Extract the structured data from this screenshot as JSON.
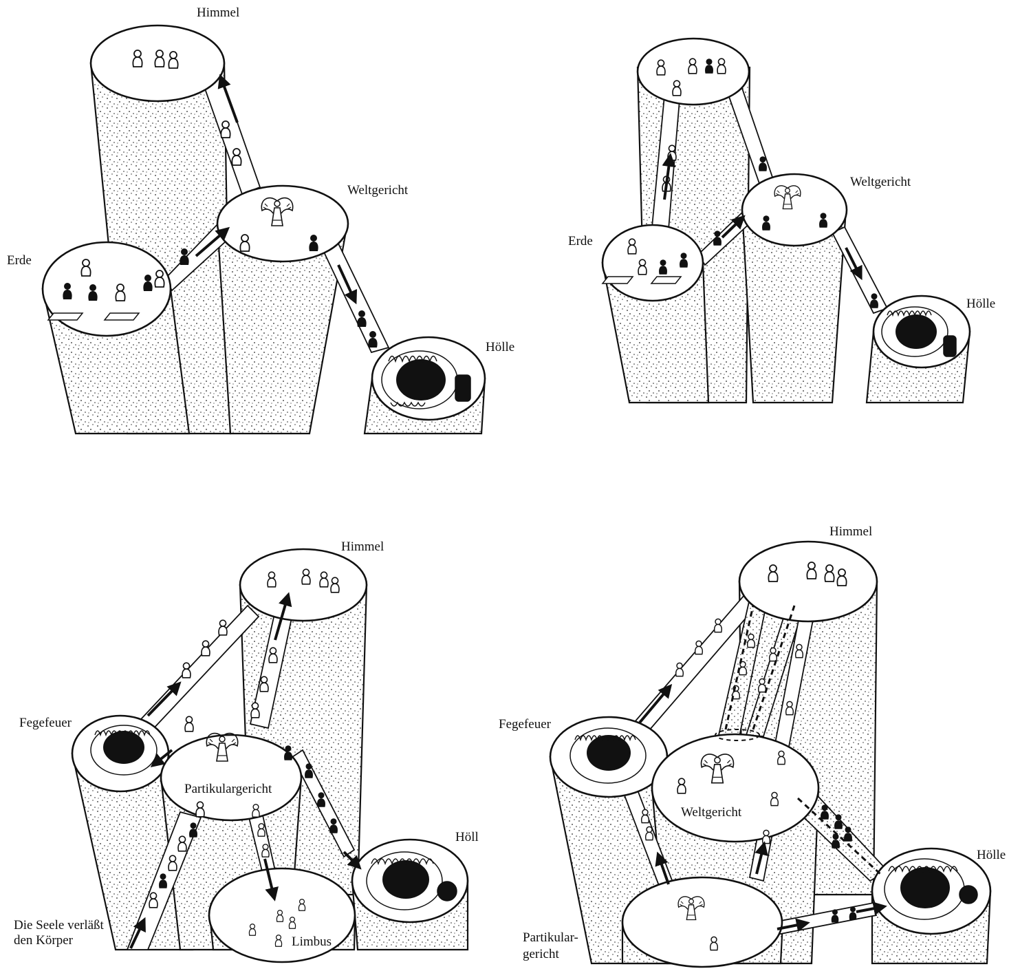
{
  "diagrams": [
    {
      "labels": {
        "himmel": "Himmel",
        "weltgericht": "Weltgericht",
        "erde": "Erde",
        "hoelle": "Hölle"
      }
    },
    {
      "labels": {
        "weltgericht": "Weltgericht",
        "erde": "Erde",
        "hoelle": "Hölle"
      }
    },
    {
      "labels": {
        "himmel": "Himmel",
        "fegefeuer": "Fegefeuer",
        "partikulargericht": "Partikulargericht",
        "hoelle": "Höll",
        "seele_line1": "Die Seele verläßt",
        "seele_line2": "den Körper",
        "limbus": "Limbus"
      }
    },
    {
      "labels": {
        "himmel": "Himmel",
        "fegefeuer": "Fegefeuer",
        "weltgericht": "Weltgericht",
        "hoelle": "Hölle",
        "partikular_line1": "Partikular-",
        "partikular_line2": "gericht"
      }
    }
  ]
}
